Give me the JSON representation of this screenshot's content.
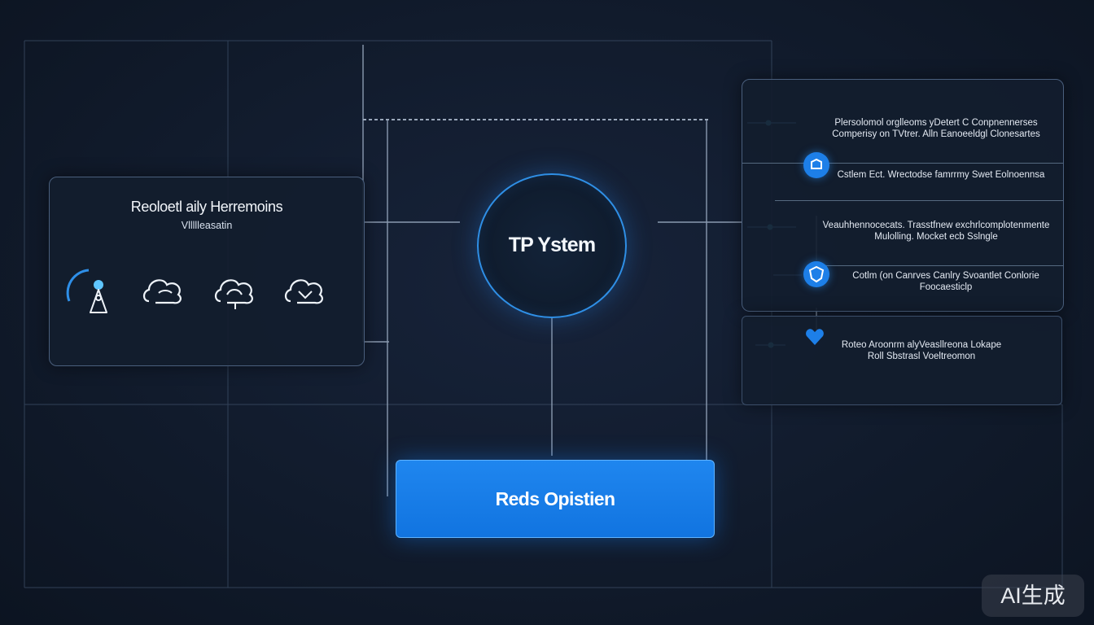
{
  "left_panel": {
    "title": "Reoloetl aily Herremoins",
    "subtitle": "Vllllleasatin",
    "icons": [
      "person-icon",
      "cloud-icon",
      "cloud-icon",
      "cloud-icon"
    ]
  },
  "center": {
    "circle_label": "TP Ystem",
    "button_label": "Reds Opistien"
  },
  "right_panel": {
    "rows": [
      {
        "line1": "Plersolomol orglleoms yDetert C Conpnennerses",
        "line2": "Comperisy on TVtrer. Alln Eanoeeldgl Clonesartes"
      },
      {
        "line1": "Cstlem Ect. Wrectodse famrrmy Swet Eolnoennsa",
        "line2": ""
      },
      {
        "line1": "Veauhhennocecats. Trasstfnew exchrlcomplotenmente",
        "line2": "Mulolling. Mocket ecb Sslngle"
      },
      {
        "line1": "Cotlm (on Canrves Canlry Svoantlet Conlorie",
        "line2": "Foocaesticlp"
      }
    ],
    "lower": {
      "line1": "Roteo Aroonrm alyVeasllreona Lokape",
      "line2": "Roll Sbstrasl Voeltreomon"
    }
  },
  "watermark": "AI生成",
  "colors": {
    "accent": "#1d7fe8",
    "background": "#111b2c",
    "line": "#6c7f99"
  }
}
